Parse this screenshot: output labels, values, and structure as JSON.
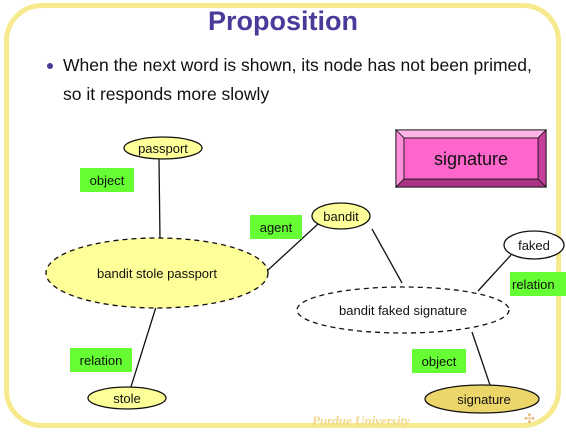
{
  "slide": {
    "title": "Proposition",
    "bullet": "When the next word is shown, its node has not been primed, so it responds more slowly",
    "footer": "Purdue University",
    "footer_logo": "✣"
  },
  "diagram": {
    "nodes": {
      "passport": "passport",
      "bandit": "bandit",
      "faked": "faked",
      "stole": "stole",
      "signature_small": "signature",
      "prop1": "bandit stole passport",
      "prop2": "bandit faked signature",
      "signature_box": "signature"
    },
    "relations": {
      "object1": "object",
      "agent": "agent",
      "relation1": "relation",
      "relation2": "relation",
      "object2": "object"
    },
    "colors": {
      "node_fill": "#ffff99",
      "highlight_node_fill": "#ecd66a",
      "label_fill": "#66ff33",
      "signature_box_fill": "#ff66cc",
      "title": "#4b3a9a",
      "frame": "#f7ea8e"
    }
  }
}
